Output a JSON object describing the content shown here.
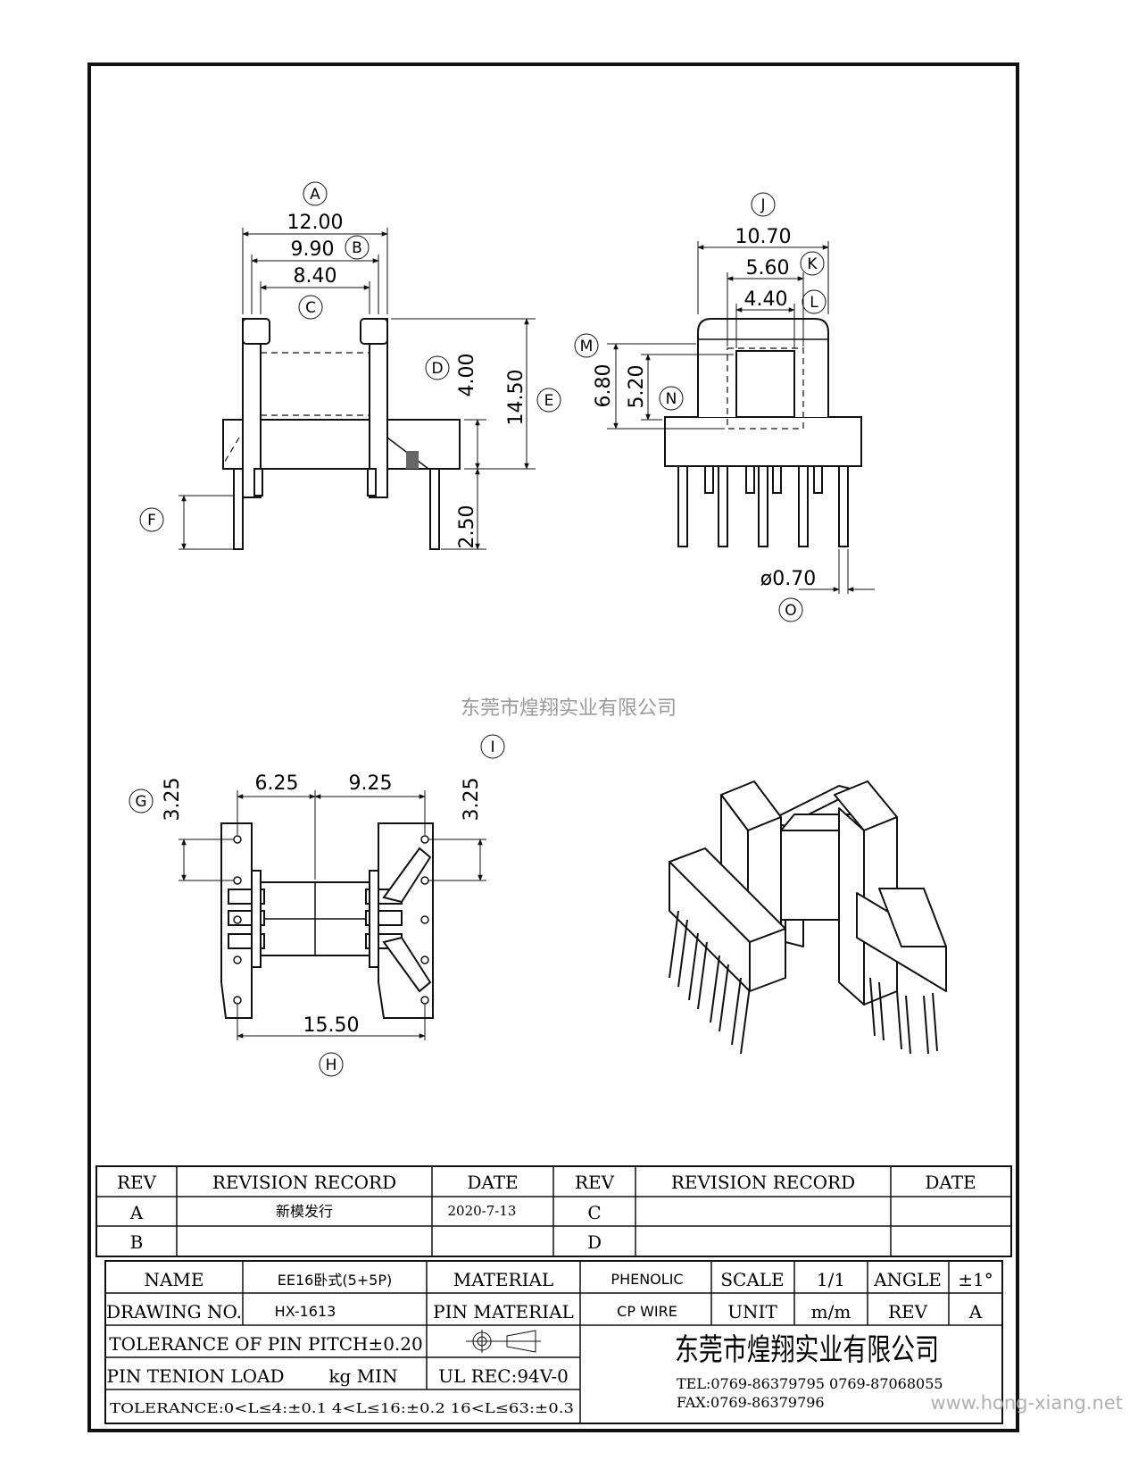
{
  "watermark": "东莞市煌翔实业有限公司",
  "site_watermark": "www.hong-xiang.net",
  "dims": {
    "A_label": "A",
    "A": "12.00",
    "B_label": "B",
    "B": "9.90",
    "C_label": "C",
    "C": "8.40",
    "D_label": "D",
    "D": "4.00",
    "E_label": "E",
    "E": "14.50",
    "F_label": "F",
    "F": "2.50",
    "J_label": "J",
    "J": "10.70",
    "K_label": "K",
    "K": "5.60",
    "L_label": "L",
    "L": "4.40",
    "M_label": "M",
    "M": "6.80",
    "N_label": "N",
    "N": "5.20",
    "O_label": "O",
    "O": "ø0.70",
    "G_label": "G",
    "G": "3.25",
    "I_label": "I",
    "I": "3.25",
    "P1": "6.25",
    "P2": "9.25",
    "H_label": "H",
    "H": "15.50"
  },
  "revision": {
    "headers": [
      "REV",
      "REVISION RECORD",
      "DATE",
      "REV",
      "REVISION RECORD",
      "DATE"
    ],
    "rows": [
      [
        "A",
        "新模发行",
        "2020-7-13",
        "C",
        "",
        ""
      ],
      [
        "B",
        "",
        "",
        "D",
        "",
        ""
      ]
    ]
  },
  "title_block": {
    "name_label": "NAME",
    "name": "EE16卧式(5+5P)",
    "material_label": "MATERIAL",
    "material": "PHENOLIC",
    "scale_label": "SCALE",
    "scale": "1/1",
    "angle_label": "ANGLE",
    "angle": "±1°",
    "drawing_no_label": "DRAWING NO.",
    "drawing_no": "HX-1613",
    "pin_material_label": "PIN MATERIAL",
    "pin_material": "CP WIRE",
    "unit_label": "UNIT",
    "unit": "m/m",
    "rev_label": "REV",
    "rev": "A",
    "tol_pitch": "TOLERANCE OF PIN PITCH±0.20",
    "pin_tenion": "PIN TENION LOAD",
    "pin_tenion_unit": "kg MIN",
    "ul": "UL REC:94V-0",
    "tolerance": "TOLERANCE:0<L≤4:±0.1  4<L≤16:±0.2  16<L≤63:±0.3",
    "company": "东莞市煌翔实业有限公司",
    "tel": "TEL:0769-86379795    0769-87068055",
    "fax": "FAX:0769-86379796"
  }
}
